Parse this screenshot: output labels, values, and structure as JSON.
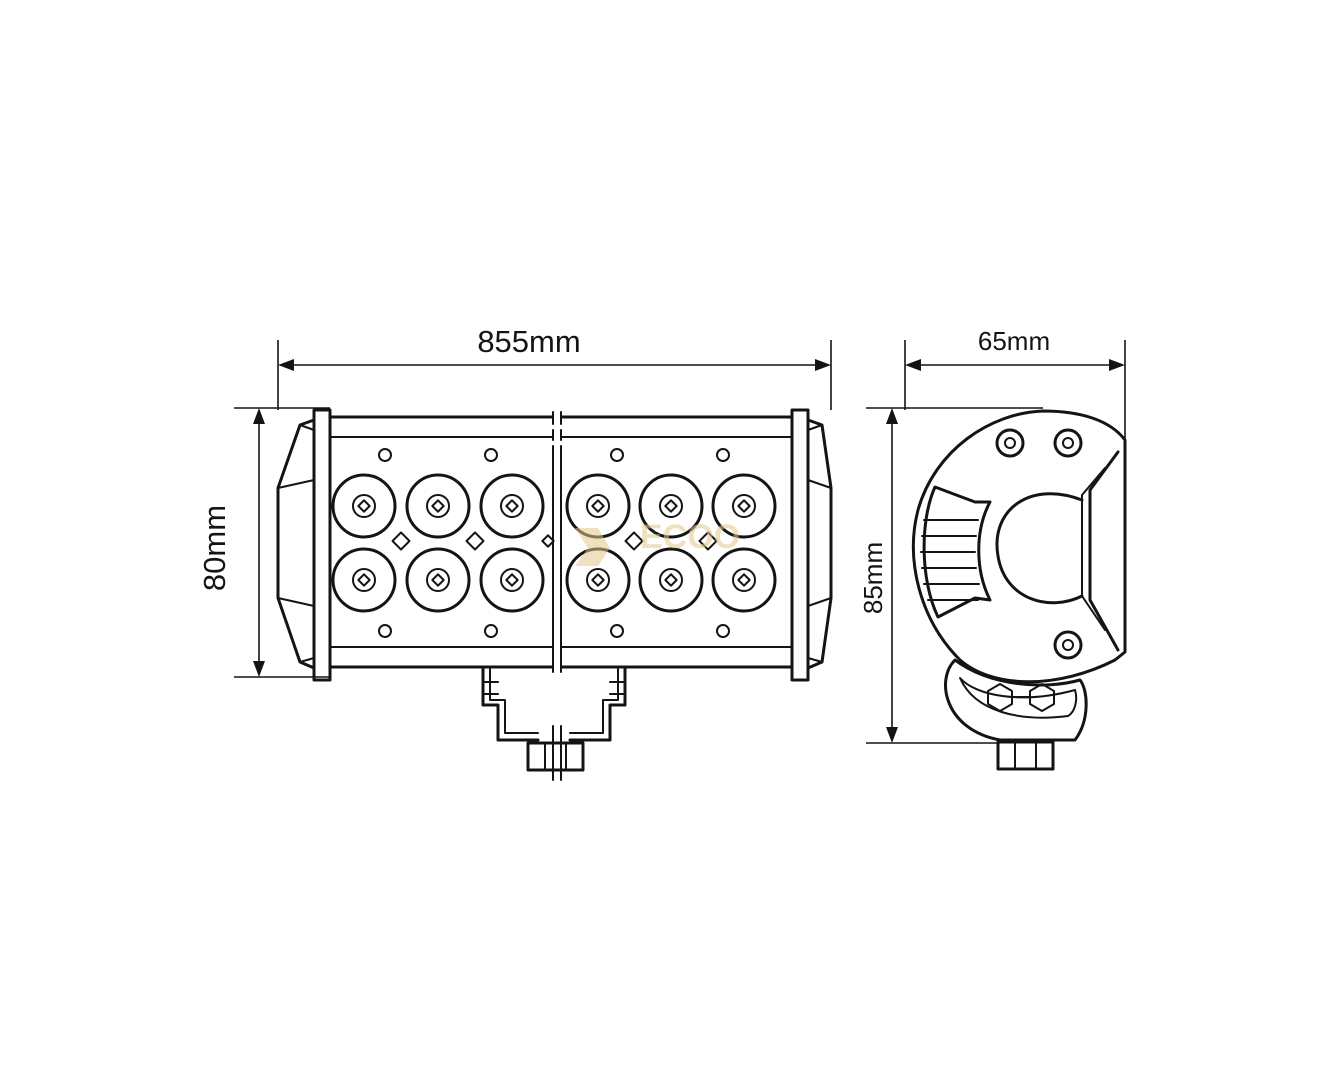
{
  "dimensions": {
    "length": "855mm",
    "height": "80mm",
    "depth": "65mm",
    "side_height": "85mm"
  },
  "watermark": {
    "text": "ECOO"
  },
  "colors": {
    "line": "#141414",
    "background": "#ffffff",
    "watermark": "#e2c98a"
  }
}
